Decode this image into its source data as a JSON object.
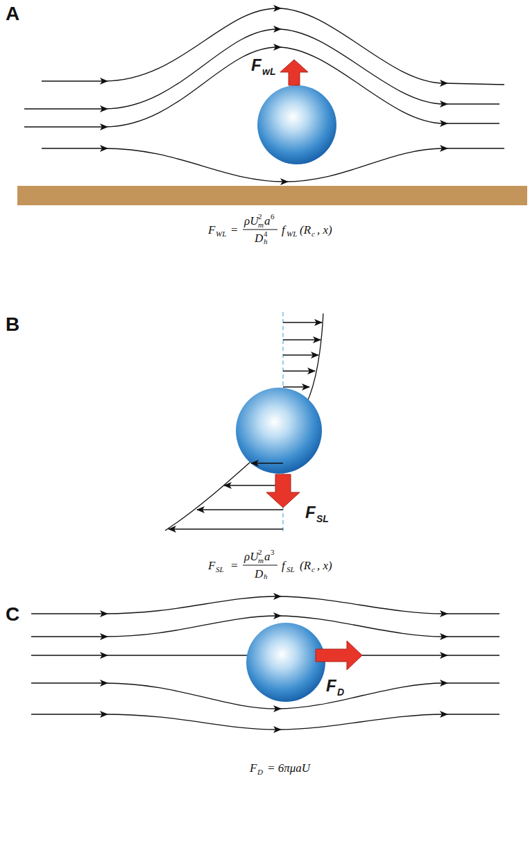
{
  "diagram": {
    "labels": [
      "A",
      "F",
      "wL",
      "F",
      "WL",
      "=",
      "ρU",
      "2",
      "m",
      "a",
      "6",
      "D",
      "4",
      "h",
      "f",
      "WL",
      "(R",
      "c",
      ", x)",
      "B",
      "F",
      "SL",
      "F",
      "SL",
      "=",
      "ρU",
      "2",
      "m",
      "a",
      "3",
      "D",
      "h",
      "f",
      "SL",
      "(R",
      "c",
      ", x)",
      "C",
      "F",
      "D",
      "F",
      "D",
      "= 6πμaU"
    ]
  }
}
